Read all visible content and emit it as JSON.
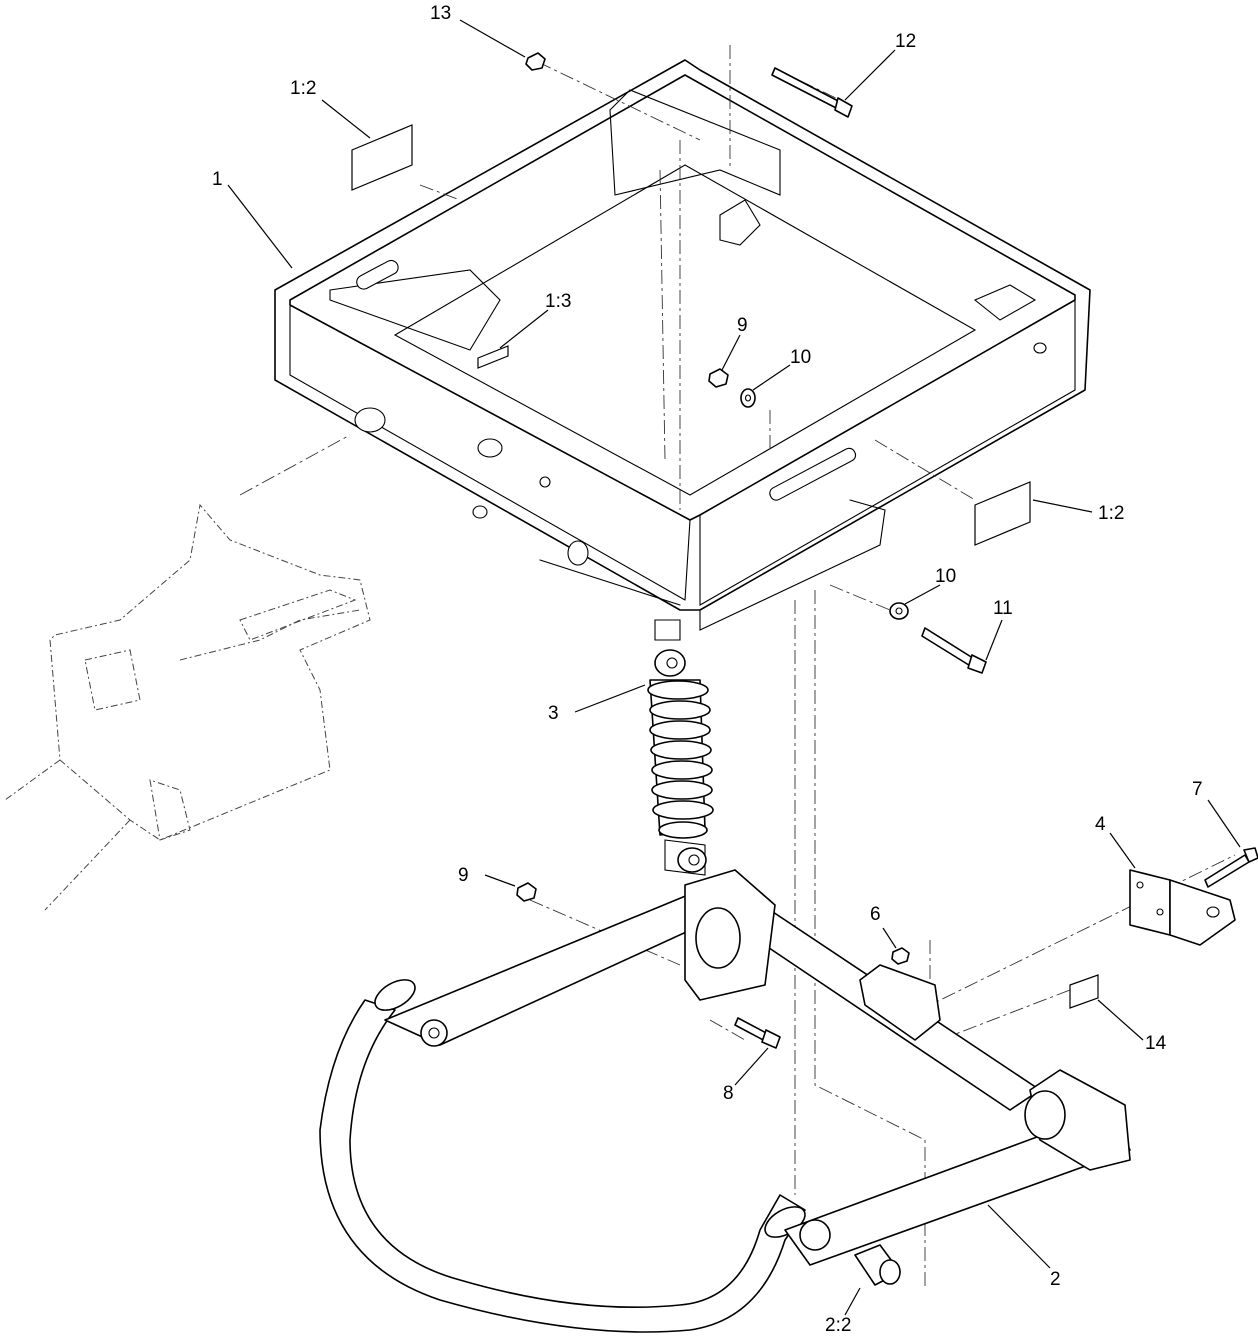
{
  "callouts": {
    "c13": "13",
    "c12": "12",
    "c1_2_top": "1:2",
    "c1": "1",
    "c1_3": "1:3",
    "c9_top": "9",
    "c10_top": "10",
    "c1_2_right": "1:2",
    "c10_mid": "10",
    "c11": "11",
    "c3": "3",
    "c7": "7",
    "c4": "4",
    "c9_bottom": "9",
    "c6": "6",
    "c14": "14",
    "c8": "8",
    "c2": "2",
    "c2_2": "2:2"
  }
}
